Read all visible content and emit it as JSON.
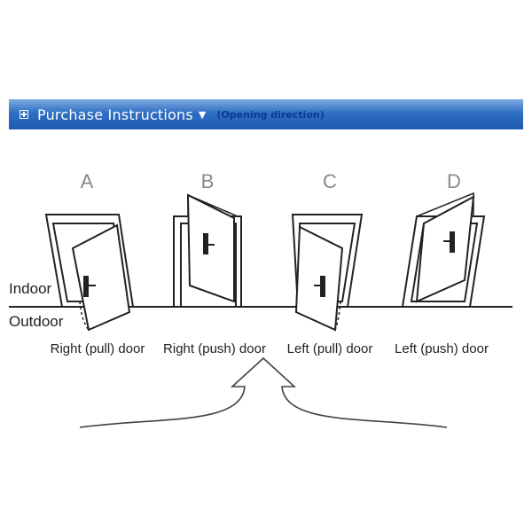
{
  "header": {
    "title": "Purchase Instructions",
    "arrow": "▼",
    "subtitle": "(Opening direction)"
  },
  "sides": {
    "indoor": "Indoor",
    "outdoor": "Outdoor"
  },
  "doors": [
    {
      "letter": "A",
      "caption": "Right (pull) door"
    },
    {
      "letter": "B",
      "caption": "Right (push) door"
    },
    {
      "letter": "C",
      "caption": "Left (pull) door"
    },
    {
      "letter": "D",
      "caption": "Left (push) door"
    }
  ],
  "colors": {
    "banner": "#2f6fc4",
    "line": "#222222",
    "letter": "#888888"
  }
}
